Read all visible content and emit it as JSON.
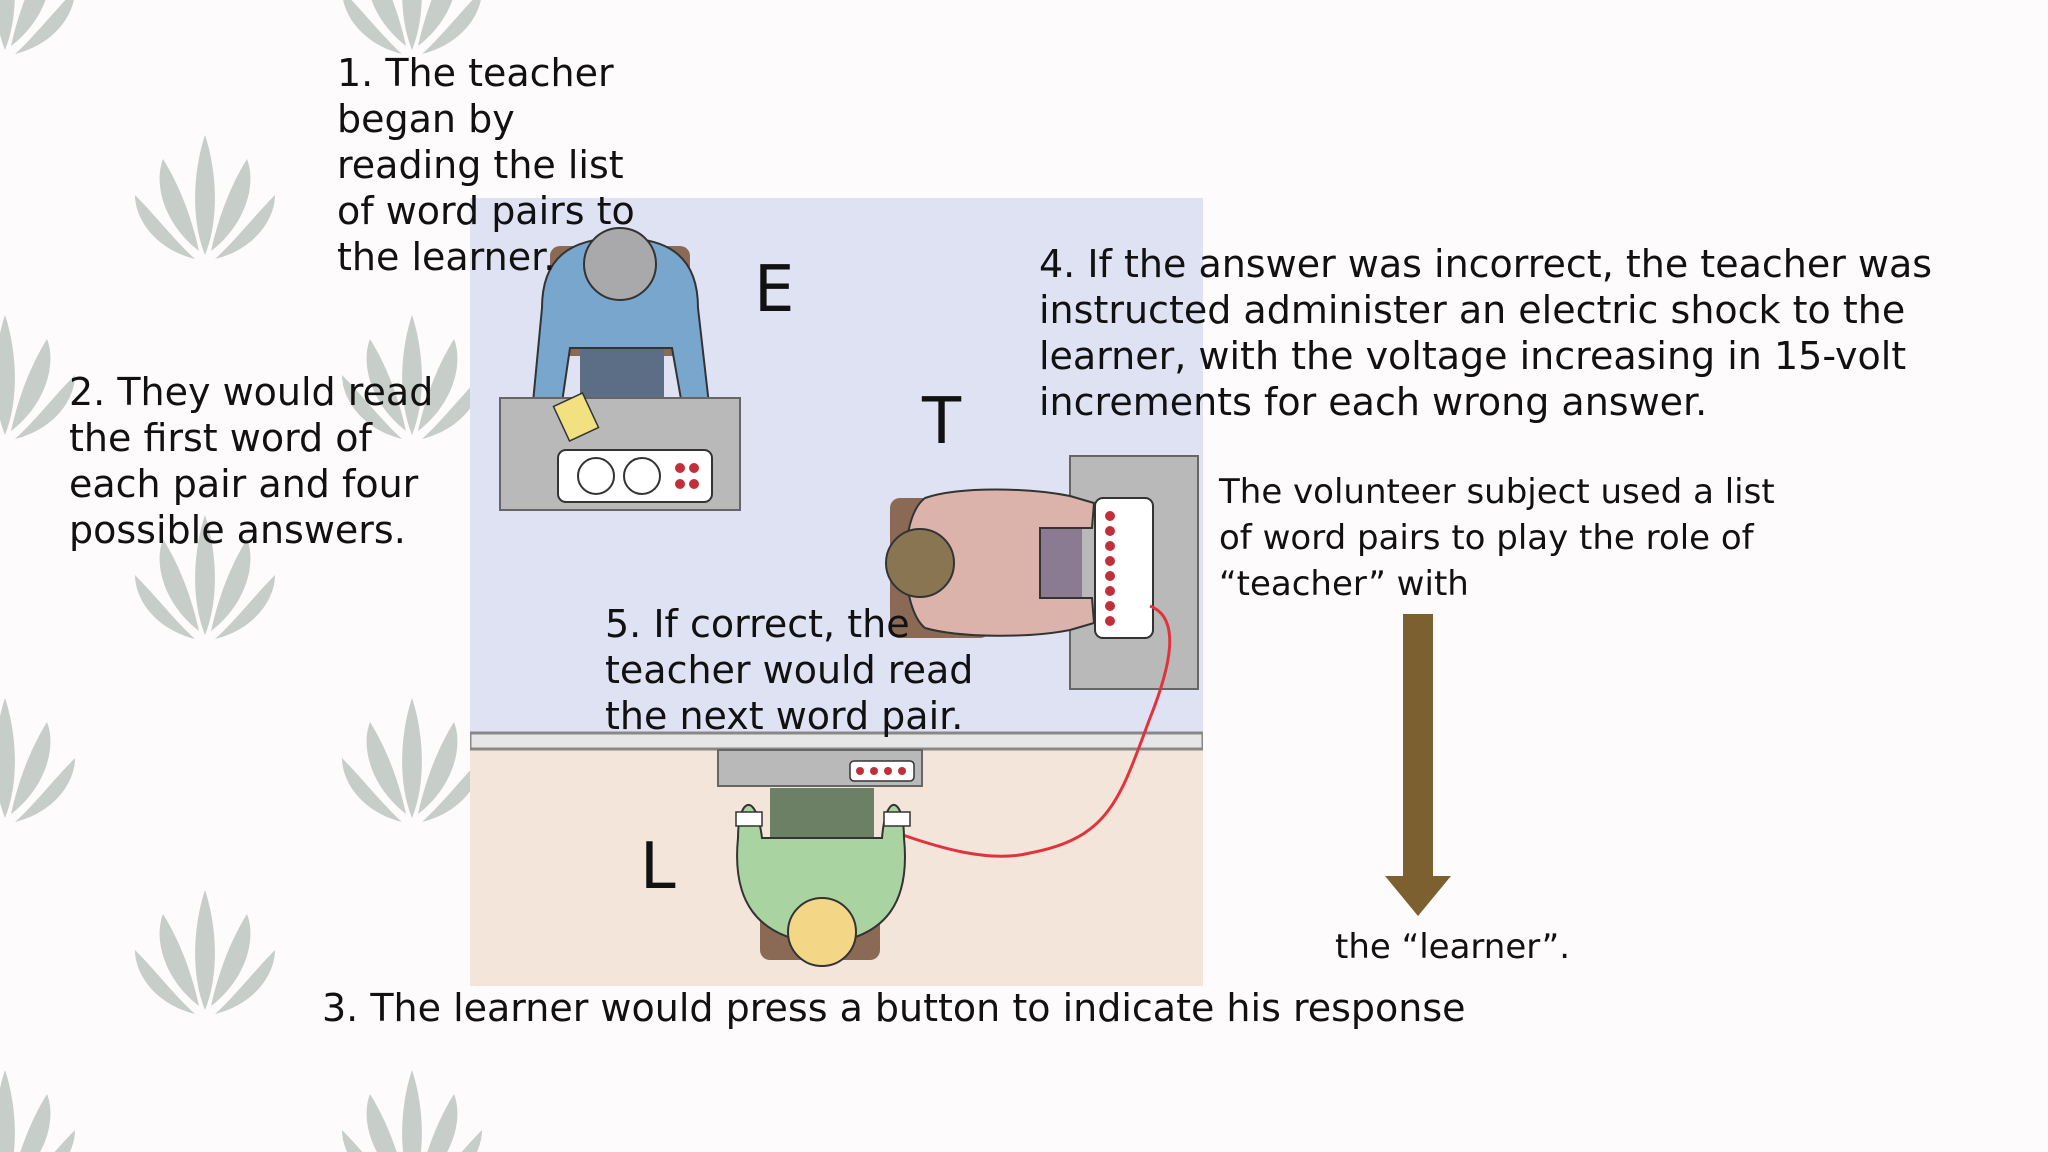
{
  "steps": {
    "step1": "1. The teacher began by reading the list of word pairs to the learner.",
    "step2": "2. They would read the first word of each pair and four possible answers.",
    "step3": "3. The learner would press a button to indicate his response",
    "step4": "4. If the answer was incorrect, the teacher was instructed administer an electric shock to the learner, with the voltage increasing in 15-volt increments for each wrong answer.",
    "step5": "5. If correct, the teacher would read the next word pair."
  },
  "side_note": {
    "top": "The volunteer subject used a list of word pairs to play the role of “teacher” with",
    "bottom": "the “learner”."
  },
  "diagram": {
    "label_experimenter": "E",
    "label_teacher": "T",
    "label_learner": "L"
  },
  "colors": {
    "room_upper": "#dfe2f3",
    "room_lower": "#f3e5da",
    "arrow": "#7d6030",
    "wire": "#e0343c",
    "leaf": "#c7cdc9"
  }
}
